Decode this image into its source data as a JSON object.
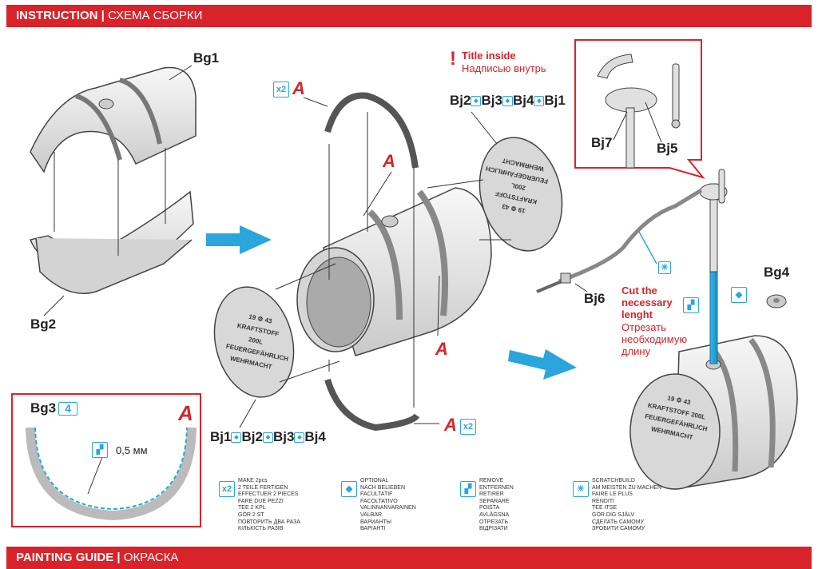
{
  "header": {
    "title_en": "INSTRUCTION",
    "separator": "|",
    "title_ru": "СХЕМА СБОРКИ"
  },
  "footer": {
    "title_en": "PAINTING GUIDE",
    "separator": "|",
    "title_ru": "ОКРАСКА"
  },
  "parts": {
    "bg1": "Bg1",
    "bg2": "Bg2",
    "bg3": "Bg3",
    "bg4": "Bg4",
    "bj1": "Bj1",
    "bj2": "Bj2",
    "bj3": "Bj3",
    "bj4": "Bj4",
    "bj5": "Bj5",
    "bj6": "Bj6",
    "bj7": "Bj7"
  },
  "marks": {
    "a": "A",
    "x2": "x2",
    "x4": "4"
  },
  "notice": {
    "title_en": "Title inside",
    "title_ru": "Надписью внутрь"
  },
  "cut_note": {
    "en1": "Cut the",
    "en2": "necessary",
    "en3": "lenght",
    "ru1": "Отрезать",
    "ru2": "необходимую",
    "ru3": "длину"
  },
  "detail": {
    "thickness": "0,5 мм"
  },
  "drum_text": {
    "year_a": "19",
    "year_b": "43",
    "line1": "KRAFTSTOFF 200L",
    "line2": "FEUERGEFÄHRLICH",
    "line3": "WEHRMACHT"
  },
  "legend": {
    "make": [
      "MAKE 2pcs",
      "2 TEILE FERTIGEN",
      "EFFECTUER 2 PIECES",
      "FARE DUE PEZZI",
      "TEE 2 KPL",
      "GÖR 2 ST",
      "ПОВТОРИТЬ ДВА РАЗА",
      "КІЛЬКІСТЬ РАЗІВ"
    ],
    "optional": [
      "OPTIONAL",
      "NACH BELIEBEN",
      "FACULTATIF",
      "FACOLTATIVO",
      "VALINNANVARAINEN",
      "VALBAR",
      "ВАРИАНТЫ",
      "ВАРІАНТІ"
    ],
    "remove": [
      "REMOVE",
      "ENTFERNEN",
      "RETIRER",
      "SEPARARE",
      "POISTA",
      "AVLÄGSNA",
      "ОТРЕЗАТЬ",
      "ВІДРІЗАТИ"
    ],
    "scratch": [
      "SCRATCHBUILD",
      "AM MEISTEN ZU MACHEN",
      "FAIRE LE PLUS",
      "RENDITI",
      "TEE ITSE",
      "GÖR DIG SJÄLV",
      "СДЕЛАТЬ САМОМУ",
      "ЗРОБИТИ САМОМУ"
    ]
  },
  "colors": {
    "brand_red": "#d8232a",
    "accent_blue": "#2aa6dc",
    "metal": "#e9e9e9"
  }
}
